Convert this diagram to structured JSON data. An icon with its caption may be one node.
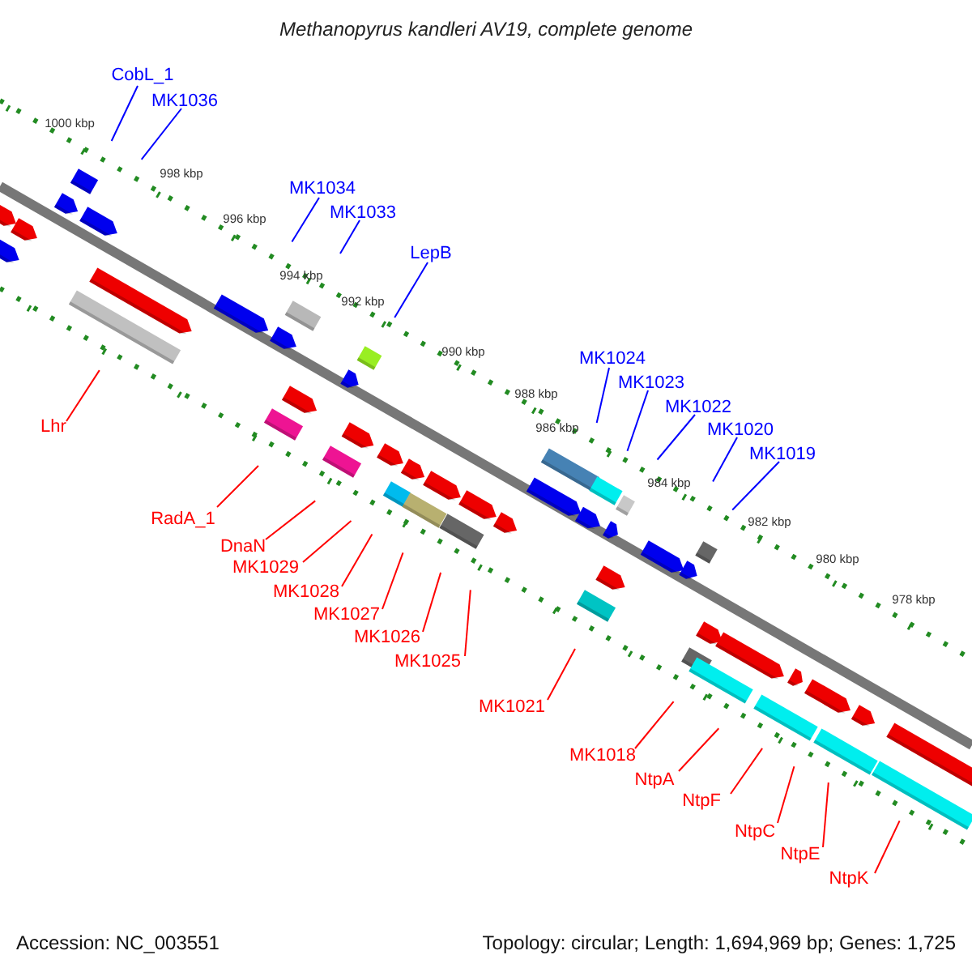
{
  "diagram": {
    "title": "Methanopyrus kandleri AV19, complete genome",
    "nodes": [
      {
        "text": [
          "CobL_1"
        ]
      },
      {
        "text": [
          "MK1036"
        ]
      },
      {
        "text": [
          "MK1034"
        ]
      },
      {
        "text": [
          "MK1033"
        ]
      },
      {
        "text": [
          "LepB"
        ]
      },
      {
        "text": [
          "MK1024"
        ]
      },
      {
        "text": [
          "MK1023"
        ]
      },
      {
        "text": [
          "MK1022"
        ]
      },
      {
        "text": [
          "MK1020"
        ]
      },
      {
        "text": [
          "MK1019"
        ]
      },
      {
        "text": [
          "Lhr"
        ]
      },
      {
        "text": [
          "RadA_1"
        ]
      },
      {
        "text": [
          "DnaN"
        ]
      },
      {
        "text": [
          "MK1029"
        ]
      },
      {
        "text": [
          "MK1028"
        ]
      },
      {
        "text": [
          "MK1027"
        ]
      },
      {
        "text": [
          "MK1026"
        ]
      },
      {
        "text": [
          "MK1025"
        ]
      },
      {
        "text": [
          "MK1021"
        ]
      },
      {
        "text": [
          "MK1018"
        ]
      },
      {
        "text": [
          "NtpA"
        ]
      },
      {
        "text": [
          "NtpF"
        ]
      },
      {
        "text": [
          "NtpC"
        ]
      },
      {
        "text": [
          "NtpE"
        ]
      },
      {
        "text": [
          "NtpK"
        ]
      }
    ],
    "edges": [
      {
        "from": 0,
        "to": null,
        "arrow": "none",
        "color": "#0000ff"
      },
      {
        "from": 1,
        "to": null,
        "arrow": "none",
        "color": "#0000ff"
      },
      {
        "from": 2,
        "to": null,
        "arrow": "none",
        "color": "#0000ff"
      },
      {
        "from": 3,
        "to": null,
        "arrow": "none",
        "color": "#0000ff"
      },
      {
        "from": 4,
        "to": null,
        "arrow": "none",
        "color": "#0000ff"
      },
      {
        "from": 5,
        "to": null,
        "arrow": "none",
        "color": "#0000ff"
      },
      {
        "from": 6,
        "to": null,
        "arrow": "none",
        "color": "#0000ff"
      },
      {
        "from": 7,
        "to": null,
        "arrow": "none",
        "color": "#0000ff"
      },
      {
        "from": 8,
        "to": null,
        "arrow": "none",
        "color": "#0000ff"
      },
      {
        "from": 9,
        "to": null,
        "arrow": "none",
        "color": "#0000ff"
      },
      {
        "from": 10,
        "to": null,
        "arrow": "none"
      },
      {
        "from": 11,
        "to": null,
        "arrow": "none"
      },
      {
        "from": 12,
        "to": null,
        "arrow": "none"
      },
      {
        "from": 13,
        "to": null,
        "arrow": "none"
      },
      {
        "from": 14,
        "to": null,
        "arrow": "none"
      },
      {
        "from": 15,
        "to": null,
        "arrow": "none"
      },
      {
        "from": 16,
        "to": null,
        "arrow": "none"
      },
      {
        "from": 17,
        "to": null,
        "arrow": "none"
      },
      {
        "from": 18,
        "to": null,
        "arrow": "none"
      },
      {
        "from": 19,
        "to": null,
        "arrow": "none"
      },
      {
        "from": 20,
        "to": null,
        "arrow": "none"
      },
      {
        "from": 21,
        "to": null,
        "arrow": "none"
      },
      {
        "from": 22,
        "to": null,
        "arrow": "none"
      },
      {
        "from": 23,
        "to": null,
        "arrow": "none"
      },
      {
        "from": 24,
        "to": null,
        "arrow": "none"
      }
    ],
    "labels": [
      "1000 kbp",
      "998 kbp",
      "996 kbp",
      "994 kbp",
      "992 kbp",
      "990 kbp",
      "988 kbp",
      "986 kbp",
      "984 kbp",
      "982 kbp",
      "980 kbp",
      "978 kbp",
      "Accession: NC_003551",
      "Topology: circular; Length: 1,694,969 bp; Genes: 1,725"
    ]
  }
}
